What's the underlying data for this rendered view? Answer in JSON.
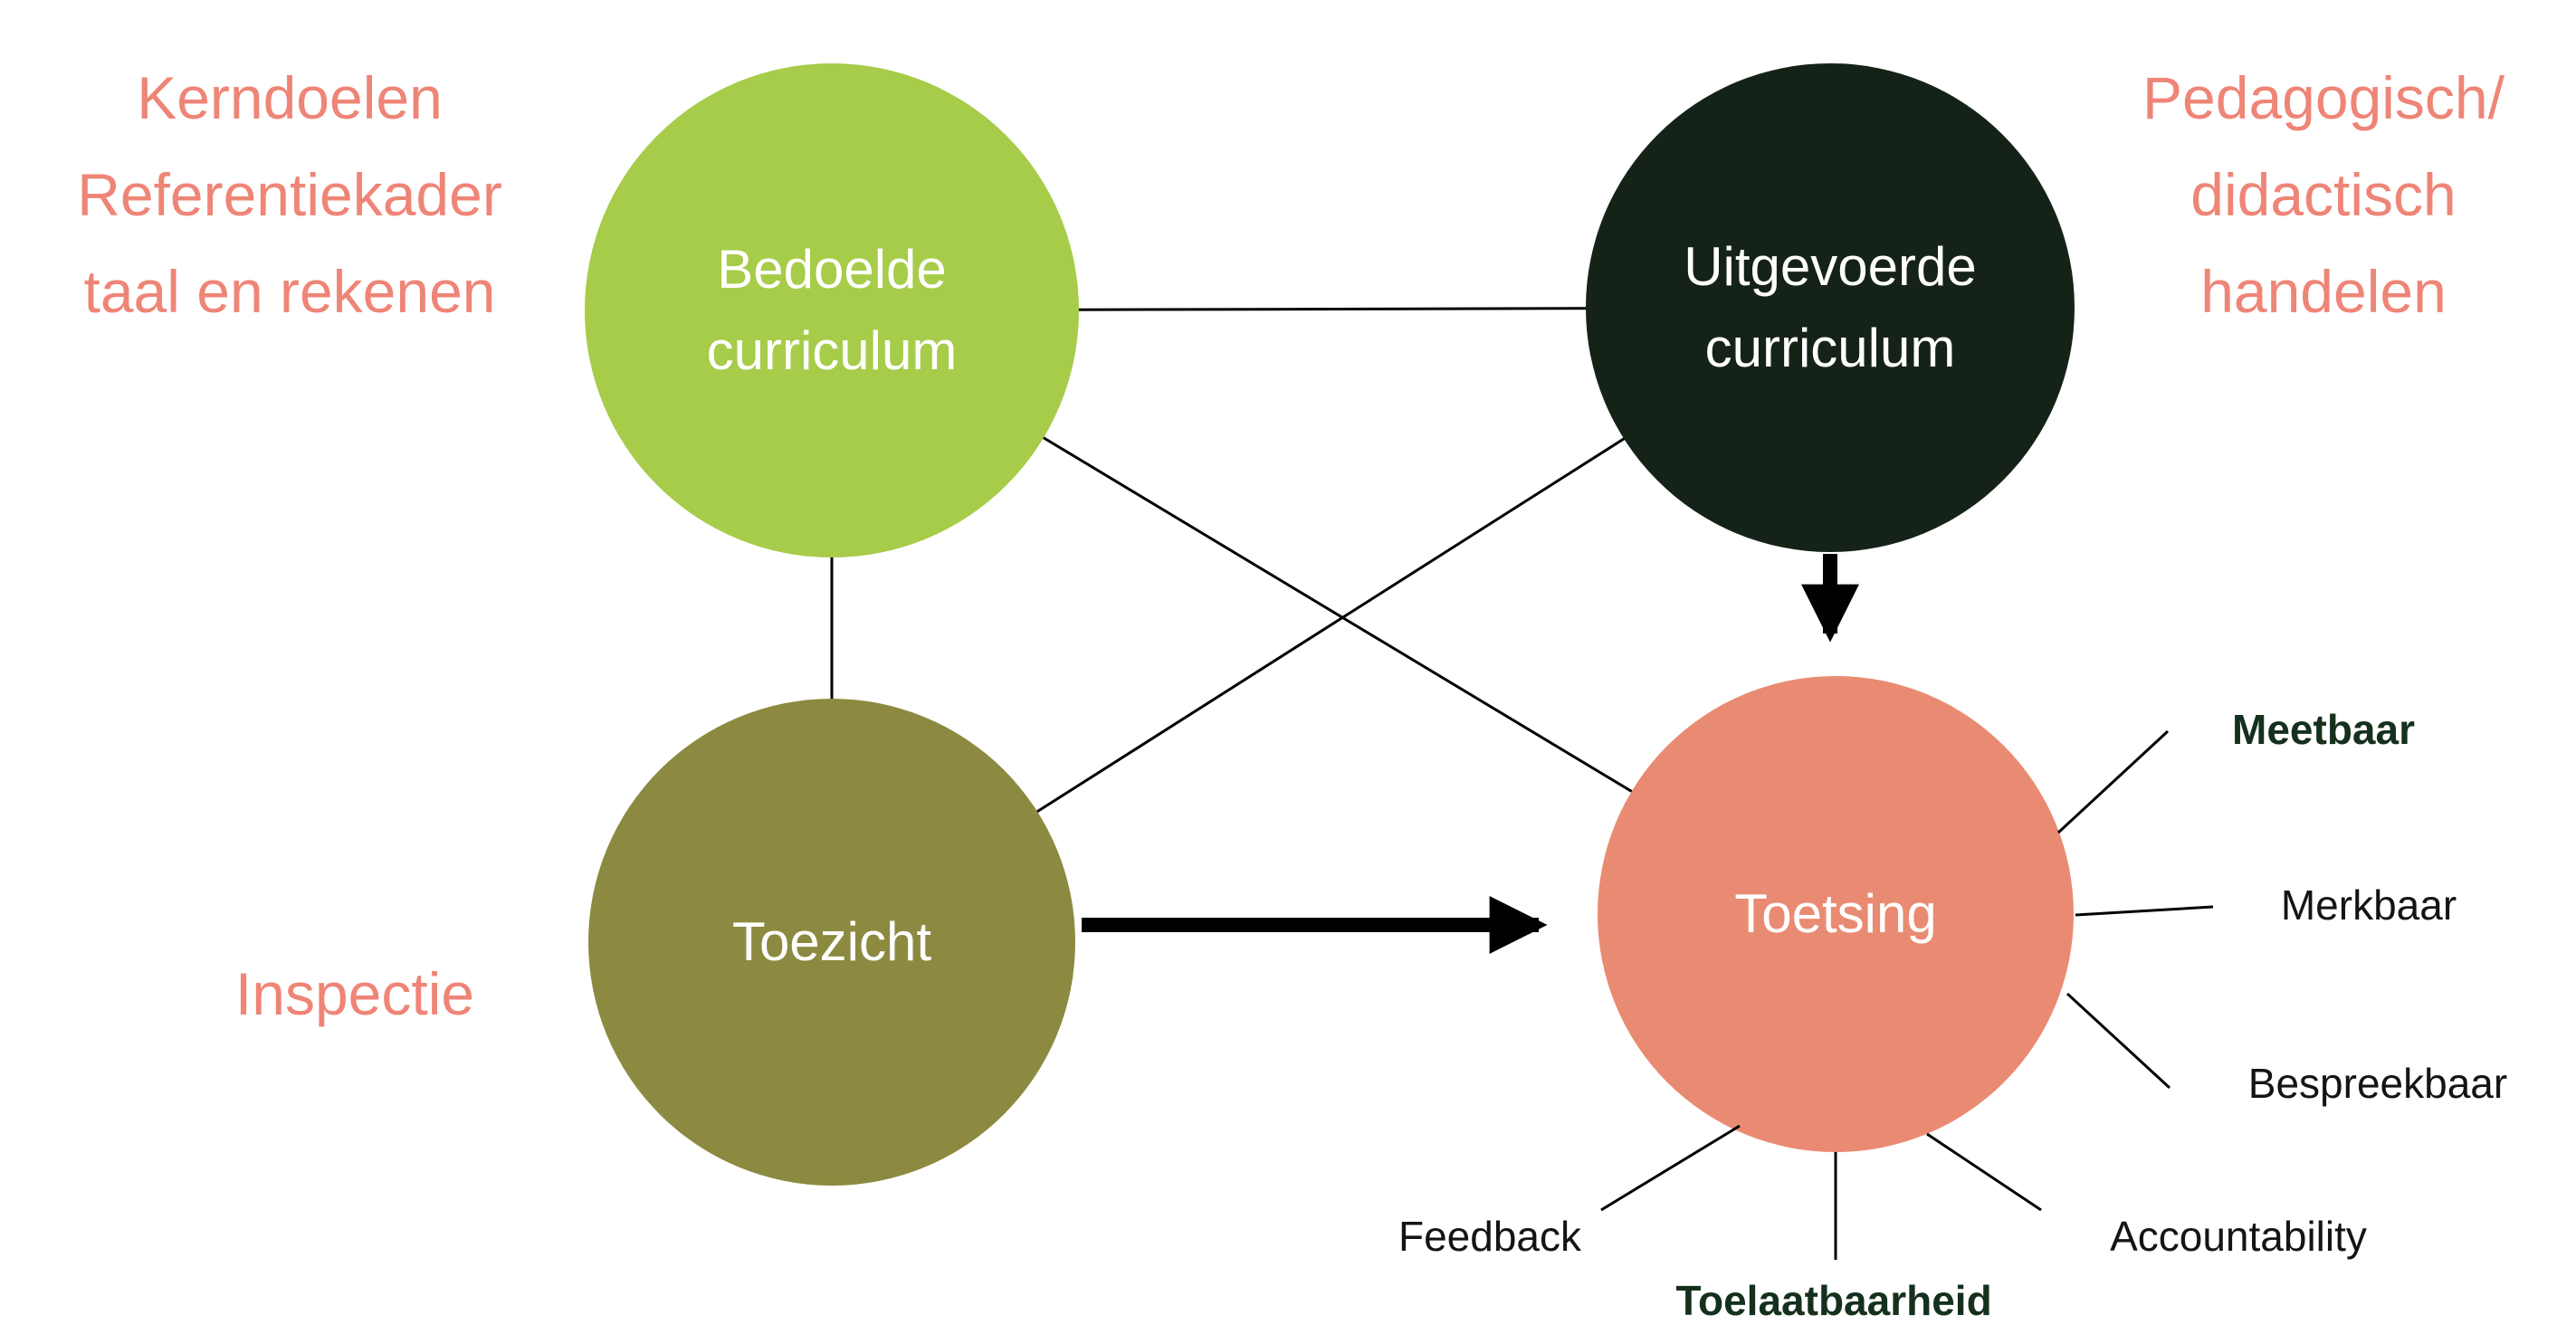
{
  "diagram": {
    "circles": {
      "bedoelde": {
        "label": "Bedoelde curriculum",
        "color": "#a6cc49"
      },
      "uitgevoerde": {
        "label": "Uitgevoerde curriculum",
        "color": "#152218"
      },
      "toezicht": {
        "label": "Toezicht",
        "color": "#8c8a40"
      },
      "toetsing": {
        "label": "Toetsing",
        "color": "#e98b72"
      }
    },
    "side_labels": {
      "kerndoelen": {
        "lines": [
          "Kerndoelen",
          "Referentiekader",
          "taal en rekenen"
        ],
        "color": "#ee8576"
      },
      "pedagogisch": {
        "lines": [
          "Pedagogisch/",
          "didactisch",
          "handelen"
        ],
        "color": "#ee8576"
      },
      "inspectie": {
        "label": "Inspectie",
        "color": "#ee8576"
      }
    },
    "satellites": {
      "meetbaar": {
        "label": "Meetbaar",
        "emphasis": true
      },
      "merkbaar": {
        "label": "Merkbaar",
        "emphasis": false
      },
      "bespreekbaar": {
        "label": "Bespreekbaar",
        "emphasis": false
      },
      "feedback": {
        "label": "Feedback",
        "emphasis": false
      },
      "toelaatbaarheid": {
        "label": "Toelaatbaarheid",
        "emphasis": true
      },
      "accountability": {
        "label": "Accountability",
        "emphasis": false
      }
    },
    "colors": {
      "emphasis_text": "#15301c",
      "plain_text": "#141414",
      "connector_line": "#000000",
      "circle_text": "#ffffff",
      "background": "#ffffff"
    }
  }
}
